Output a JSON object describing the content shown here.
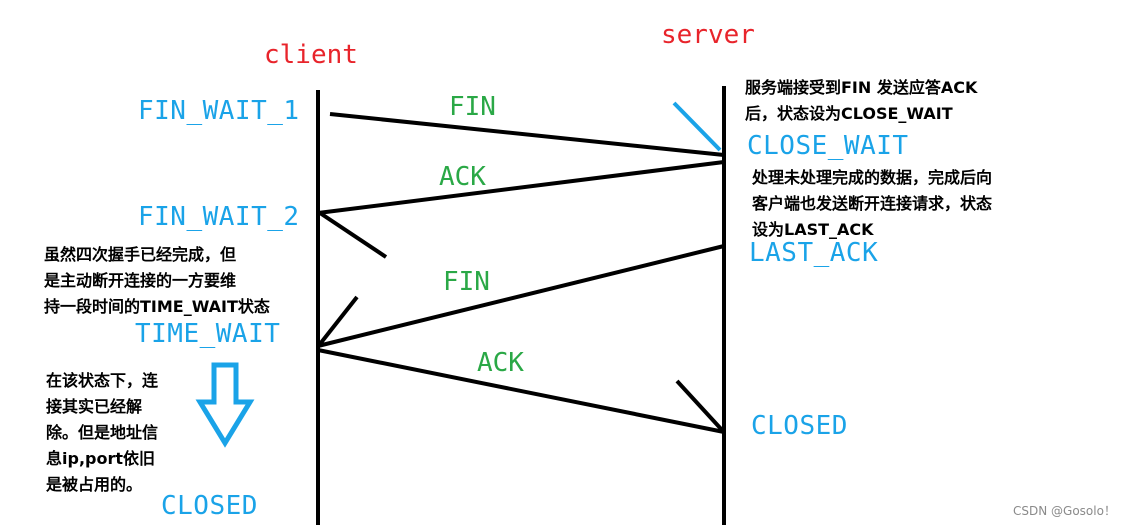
{
  "headers": {
    "client": "client",
    "server": "server"
  },
  "client_states": {
    "fin_wait_1": "FIN_WAIT_1",
    "fin_wait_2": "FIN_WAIT_2",
    "time_wait": "TIME_WAIT",
    "closed": "CLOSED"
  },
  "server_states": {
    "close_wait": "CLOSE_WAIT",
    "last_ack": "LAST_ACK",
    "closed": "CLOSED"
  },
  "messages": {
    "fin1": "FIN",
    "ack1": "ACK",
    "fin2": "FIN",
    "ack2": "ACK"
  },
  "notes": {
    "server_close_wait": "服务端接受到FIN 发送应答ACK\n后，状态设为CLOSE_WAIT",
    "server_last_ack": "处理未处理完成的数据，完成后向\n客户端也发送断开连接请求，状态\n设为LAST_ACK",
    "client_time_wait": "虽然四次握手已经完成，但\n是主动断开连接的一方要维\n持一段时间的TIME_WAIT状态",
    "client_closed": "在该状态下，连\n接其实已经解\n除。但是地址信\n息ip,port依旧\n是被占用的。"
  },
  "watermark": "CSDN @Gosolo！",
  "colors": {
    "header": "#e8242b",
    "state": "#1aa3e8",
    "message": "#2aa846",
    "line": "#000000",
    "arrow": "#1aa3e8"
  }
}
